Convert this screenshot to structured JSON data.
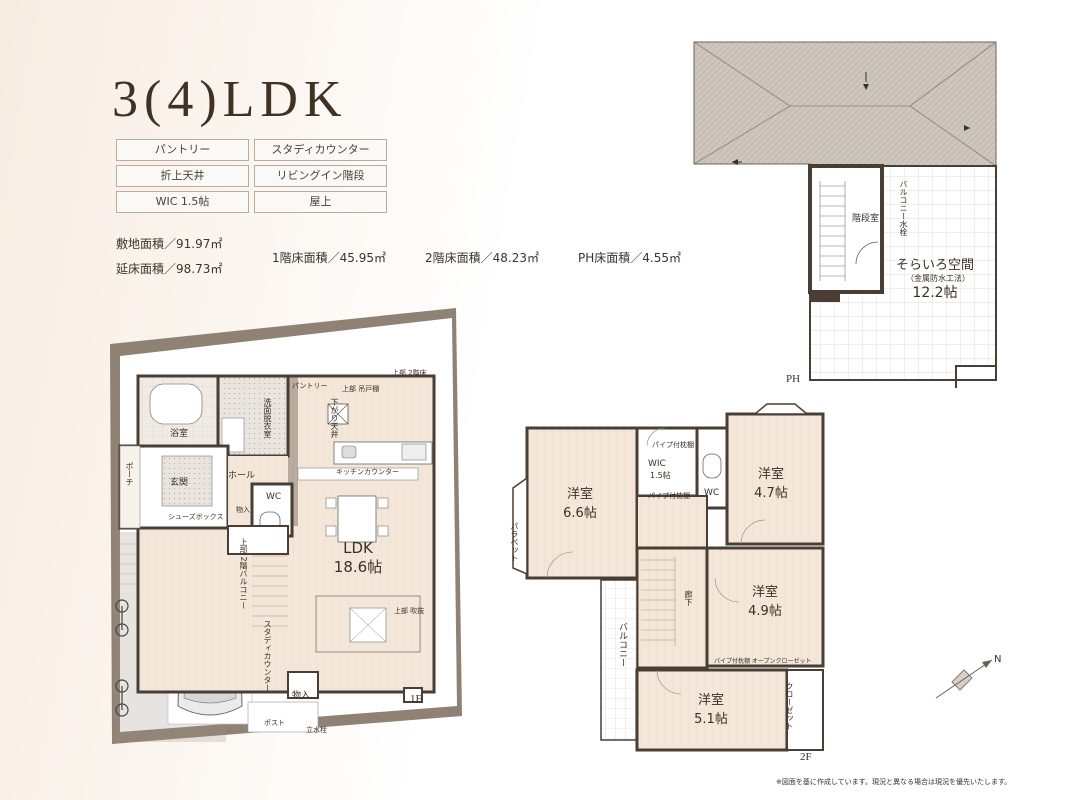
{
  "title": "3(4)LDK",
  "features": [
    "パントリー",
    "スタディカウンター",
    "折上天井",
    "リビングイン階段",
    "WIC 1.5帖",
    "屋上"
  ],
  "areas": {
    "site": "敷地面積／91.97㎡",
    "total": "延床面積／98.73㎡",
    "floor1": "1階床面積／45.95㎡",
    "floor2": "2階床面積／48.23㎡",
    "ph": "PH床面積／4.55㎡"
  },
  "floor1": {
    "label": "1F",
    "ldk_name": "LDK",
    "ldk_size": "18.6帖",
    "bath": "浴室",
    "washroom": "洗面脱衣室",
    "entrance": "玄関",
    "hall": "ホール",
    "wc": "WC",
    "storage": "物入",
    "storage2": "物入",
    "porch": "ポーチ",
    "kitchen_counter": "キッチンカウンター",
    "pantry": "パントリー",
    "cabinet_top": "上部 吊戸棚",
    "ceiling": "下がり天井",
    "shoes_box": "シューズボックス",
    "study_counter": "スタディカウンター",
    "upper_balcony": "上部 2階バルコニー",
    "upper_skylight": "上部 吹抜",
    "post": "ポスト",
    "water_tap": "立水栓",
    "upper_label": "上部 2階床"
  },
  "floor2": {
    "label": "2F",
    "room1_name": "洋室",
    "room1_size": "6.6帖",
    "room2_name": "洋室",
    "room2_size": "4.7帖",
    "room3_name": "洋室",
    "room3_size": "4.9帖",
    "room4_name": "洋室",
    "room4_size": "5.1帖",
    "wic_name": "WIC",
    "wic_size": "1.5帖",
    "wc": "WC",
    "hallway": "廊下",
    "balcony": "バルコニー",
    "pipe_shelf1": "パイプ付枕棚",
    "pipe_shelf2": "パイプ付枕棚",
    "closet": "クローゼット",
    "pipe_shelf_open": "パイプ付枕棚 オープンクローゼット",
    "bay_window": "パラペット"
  },
  "penthouse": {
    "label": "PH",
    "stair_room": "階段室",
    "rooftop_name": "そらいろ空間",
    "rooftop_note": "（金属防水工法）",
    "rooftop_size": "12.2帖",
    "drain": "バルコニー水栓"
  },
  "footnote": "※図面を基に作成しています。現況と異なる場合は現況を優先いたします。",
  "compass": "N",
  "colors": {
    "wall": "#4a3d33",
    "floor_wood": "#f3e6d8",
    "wet_area": "#ebe6e0",
    "exterior": "#8e7f70",
    "title": "#3f3225"
  }
}
